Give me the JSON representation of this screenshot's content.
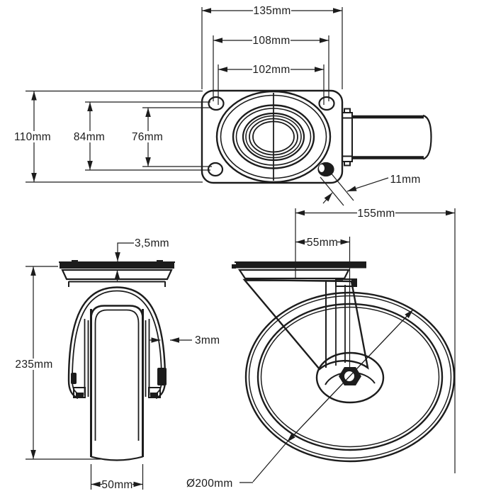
{
  "drawing": {
    "background_color": "#ffffff",
    "line_color": "#1c1c1c",
    "views": {
      "top_view": {
        "dims": {
          "plate_width": "135mm",
          "hole_pitch_width_outer": "108mm",
          "hole_pitch_width_inner": "102mm",
          "plate_depth": "110mm",
          "hole_pitch_depth_outer": "84mm",
          "hole_pitch_depth_inner": "76mm",
          "hole_diameter": "11mm"
        }
      },
      "front_view": {
        "dims": {
          "plate_thickness": "3,5mm",
          "fork_thickness": "3mm",
          "overall_height": "235mm",
          "wheel_width": "50mm"
        }
      },
      "side_view": {
        "dims": {
          "plate_length": "155mm",
          "swivel_offset": "55mm",
          "wheel_diameter": "Ø200mm"
        }
      }
    }
  }
}
